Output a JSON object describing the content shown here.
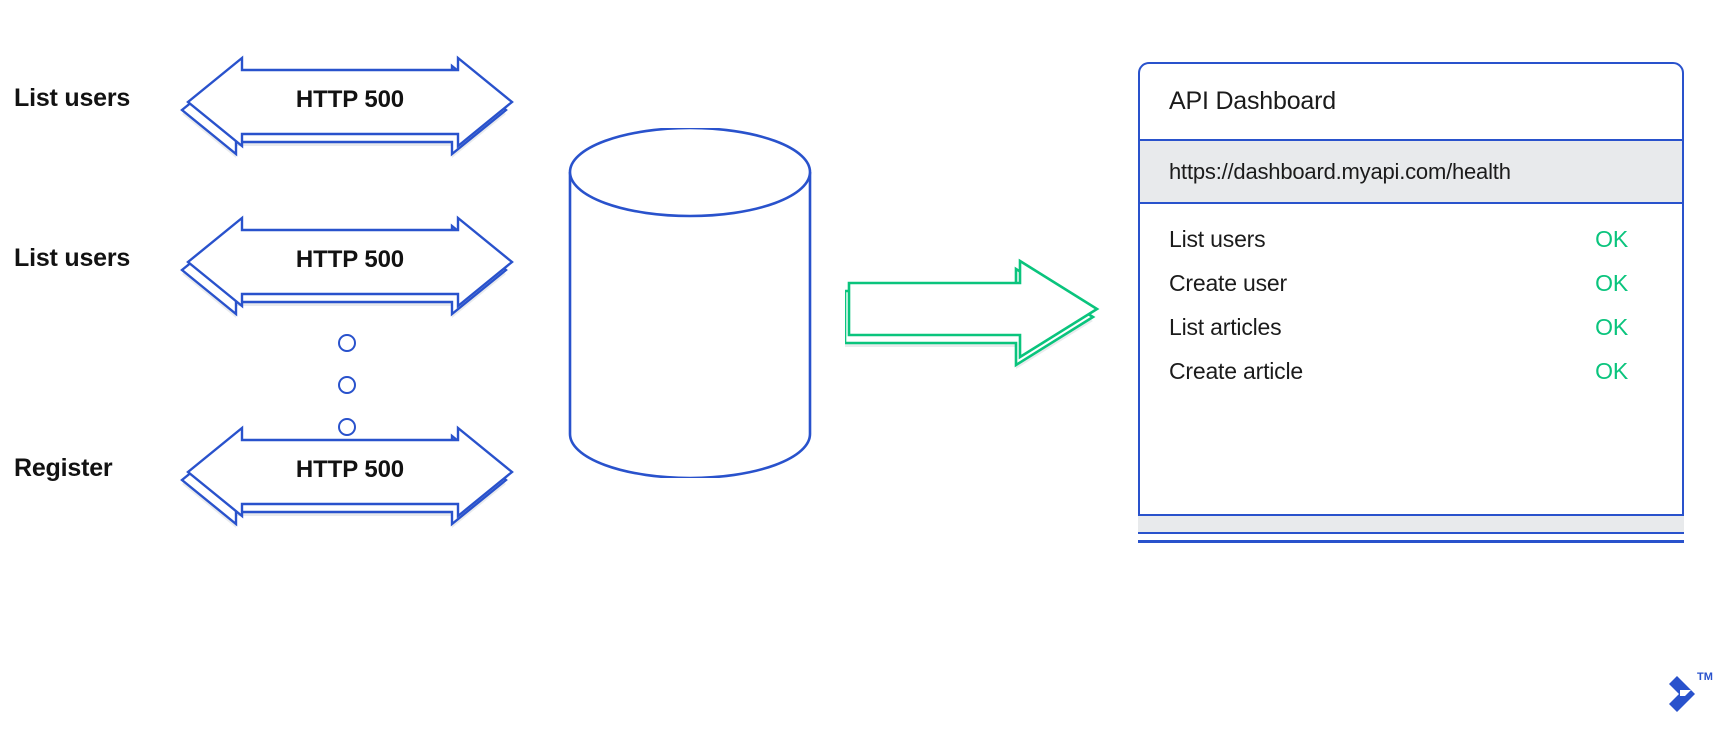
{
  "diagram": {
    "type": "architecture-flow",
    "title": "API failing requests routed to dashboard health view",
    "colors": {
      "primary_blue": "#2952cc",
      "accent_green": "#0ac47d",
      "shadow_gray": "#e8eaec",
      "text_dark": "#1b1b1b"
    }
  },
  "requests": [
    {
      "label": "List users",
      "caption": "HTTP 500",
      "icon": "double-arrow-icon"
    },
    {
      "label": "List users",
      "caption": "HTTP 500",
      "icon": "double-arrow-icon"
    },
    {
      "label": "Register",
      "caption": "HTTP 500",
      "icon": "double-arrow-icon"
    }
  ],
  "ellipsis": {
    "icon": "vertical-ellipsis-icon",
    "count": 3
  },
  "datastore": {
    "icon": "database-cylinder-icon",
    "label": ""
  },
  "flow": {
    "icon": "right-arrow-icon",
    "label": ""
  },
  "dashboard": {
    "title": "API Dashboard",
    "url": "https://dashboard.myapi.com/health",
    "endpoints": [
      {
        "name": "List users",
        "status": "OK"
      },
      {
        "name": "Create user",
        "status": "OK"
      },
      {
        "name": "List articles",
        "status": "OK"
      },
      {
        "name": "Create article",
        "status": "OK"
      }
    ]
  },
  "brand": {
    "trademark": "TM",
    "icon": "toptal-logo-icon"
  }
}
